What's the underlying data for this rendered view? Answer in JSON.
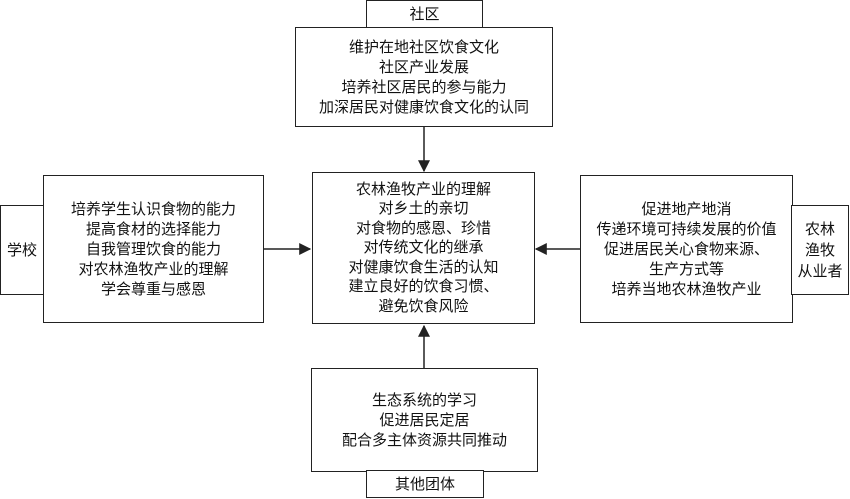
{
  "community": {
    "label": "社区",
    "items": [
      "维护在地社区饮食文化",
      "社区产业发展",
      "培养社区居民的参与能力",
      "加深居民对健康饮食文化的认同"
    ]
  },
  "school": {
    "label": "学校",
    "items": [
      "培养学生认识食物的能力",
      "提高食材的选择能力",
      "自我管理饮食的能力",
      "对农林渔牧产业的理解",
      "学会尊重与感恩"
    ]
  },
  "center": {
    "items": [
      "农林渔牧产业的理解",
      "对乡土的亲切",
      "对食物的感恩、珍惜",
      "对传统文化的继承",
      "对健康饮食生活的认知",
      "建立良好的饮食习惯、",
      "避免饮食风险"
    ]
  },
  "practitioners": {
    "label_lines": [
      "农林",
      "渔牧",
      "从业者"
    ],
    "items": [
      "促进地产地消",
      "传递环境可持续发展的价值",
      "促进居民关心食物来源、",
      "生产方式等",
      "培养当地农林渔牧产业"
    ]
  },
  "others": {
    "label": "其他团体",
    "items": [
      "生态系统的学习",
      "促进居民定居",
      "配合多主体资源共同推动"
    ]
  }
}
